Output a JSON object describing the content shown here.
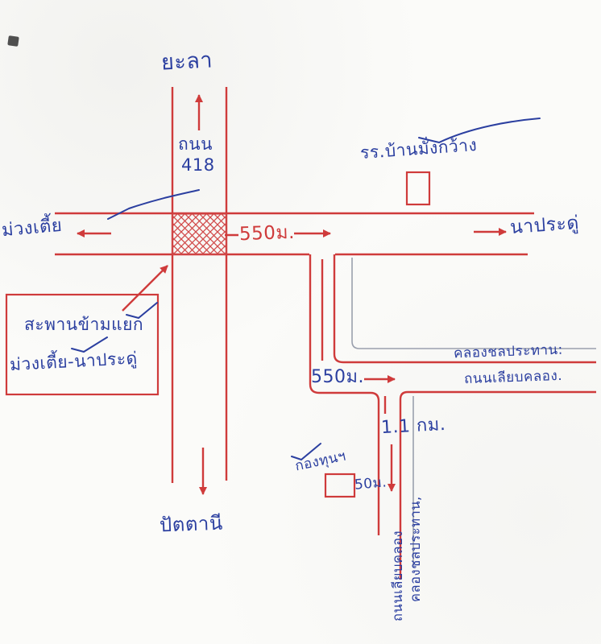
{
  "palette": {
    "ink_red": "#cf3b3b",
    "ink_blue": "#2b3fa0",
    "pencil_gray": "#9aa0ad",
    "paper": "#fbfbf9"
  },
  "map": {
    "destinations": {
      "north": "ยะลา",
      "south": "ปัตตานี",
      "west": "ม่วงเตี้ย",
      "east": "นาประดู่"
    },
    "route": {
      "line1": "ถนน",
      "line2": "418"
    },
    "landmarks": {
      "school": "รร.บ้านมั่งกว้าง",
      "bridge_note_line1": "สะพานข้ามแยก",
      "bridge_note_line2": "ม่วงเตี้ย-นาประดู่",
      "fund": "กองทุนฯ"
    },
    "distances": {
      "main": "550ม.",
      "branch": "550ม.",
      "south": "1.1 กม.",
      "fund": "50ม."
    },
    "waterway": {
      "canal": "คลองชลประทาน:",
      "canal_road": "ถนนเลียบคลอง.",
      "canal_vertical": "คลองชลประทาน,",
      "canal_road_vertical": "ถนนเลียบคลอง"
    }
  }
}
